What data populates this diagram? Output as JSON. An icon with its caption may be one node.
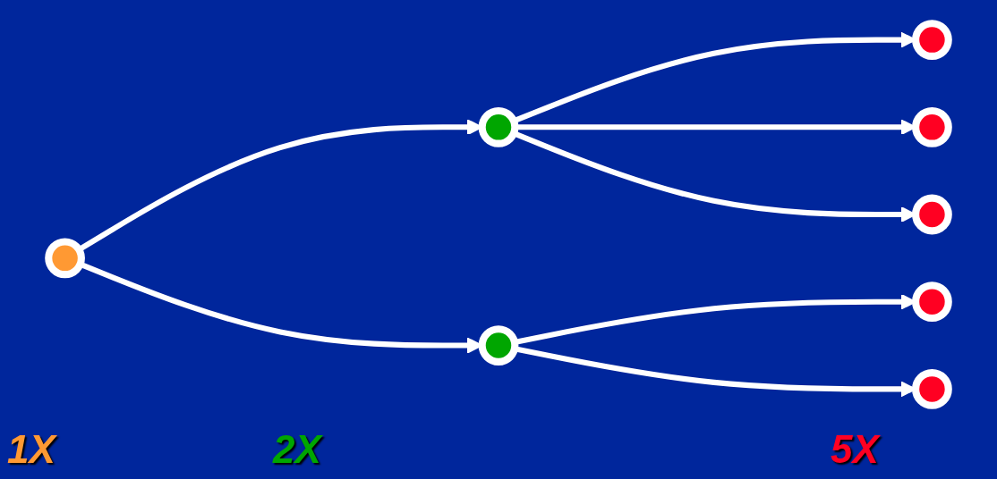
{
  "diagram": {
    "nodes": [
      {
        "text": [],
        "shape": "circle"
      },
      {
        "text": [],
        "shape": "circle"
      },
      {
        "text": [],
        "shape": "circle"
      },
      {
        "text": [],
        "shape": "circle"
      },
      {
        "text": [],
        "shape": "circle"
      },
      {
        "text": [],
        "shape": "circle"
      },
      {
        "text": [],
        "shape": "circle"
      },
      {
        "text": [],
        "shape": "circle"
      }
    ],
    "edges": [
      {
        "from": 0,
        "to": 1,
        "arrow": "to"
      },
      {
        "from": 0,
        "to": 2,
        "arrow": "to"
      },
      {
        "from": 1,
        "to": 3,
        "arrow": "to"
      },
      {
        "from": 1,
        "to": 4,
        "arrow": "to"
      },
      {
        "from": 1,
        "to": 5,
        "arrow": "to"
      },
      {
        "from": 2,
        "to": 6,
        "arrow": "to"
      },
      {
        "from": 2,
        "to": 7,
        "arrow": "to"
      }
    ],
    "labels": [
      "1X",
      "2X",
      "5X"
    ]
  }
}
